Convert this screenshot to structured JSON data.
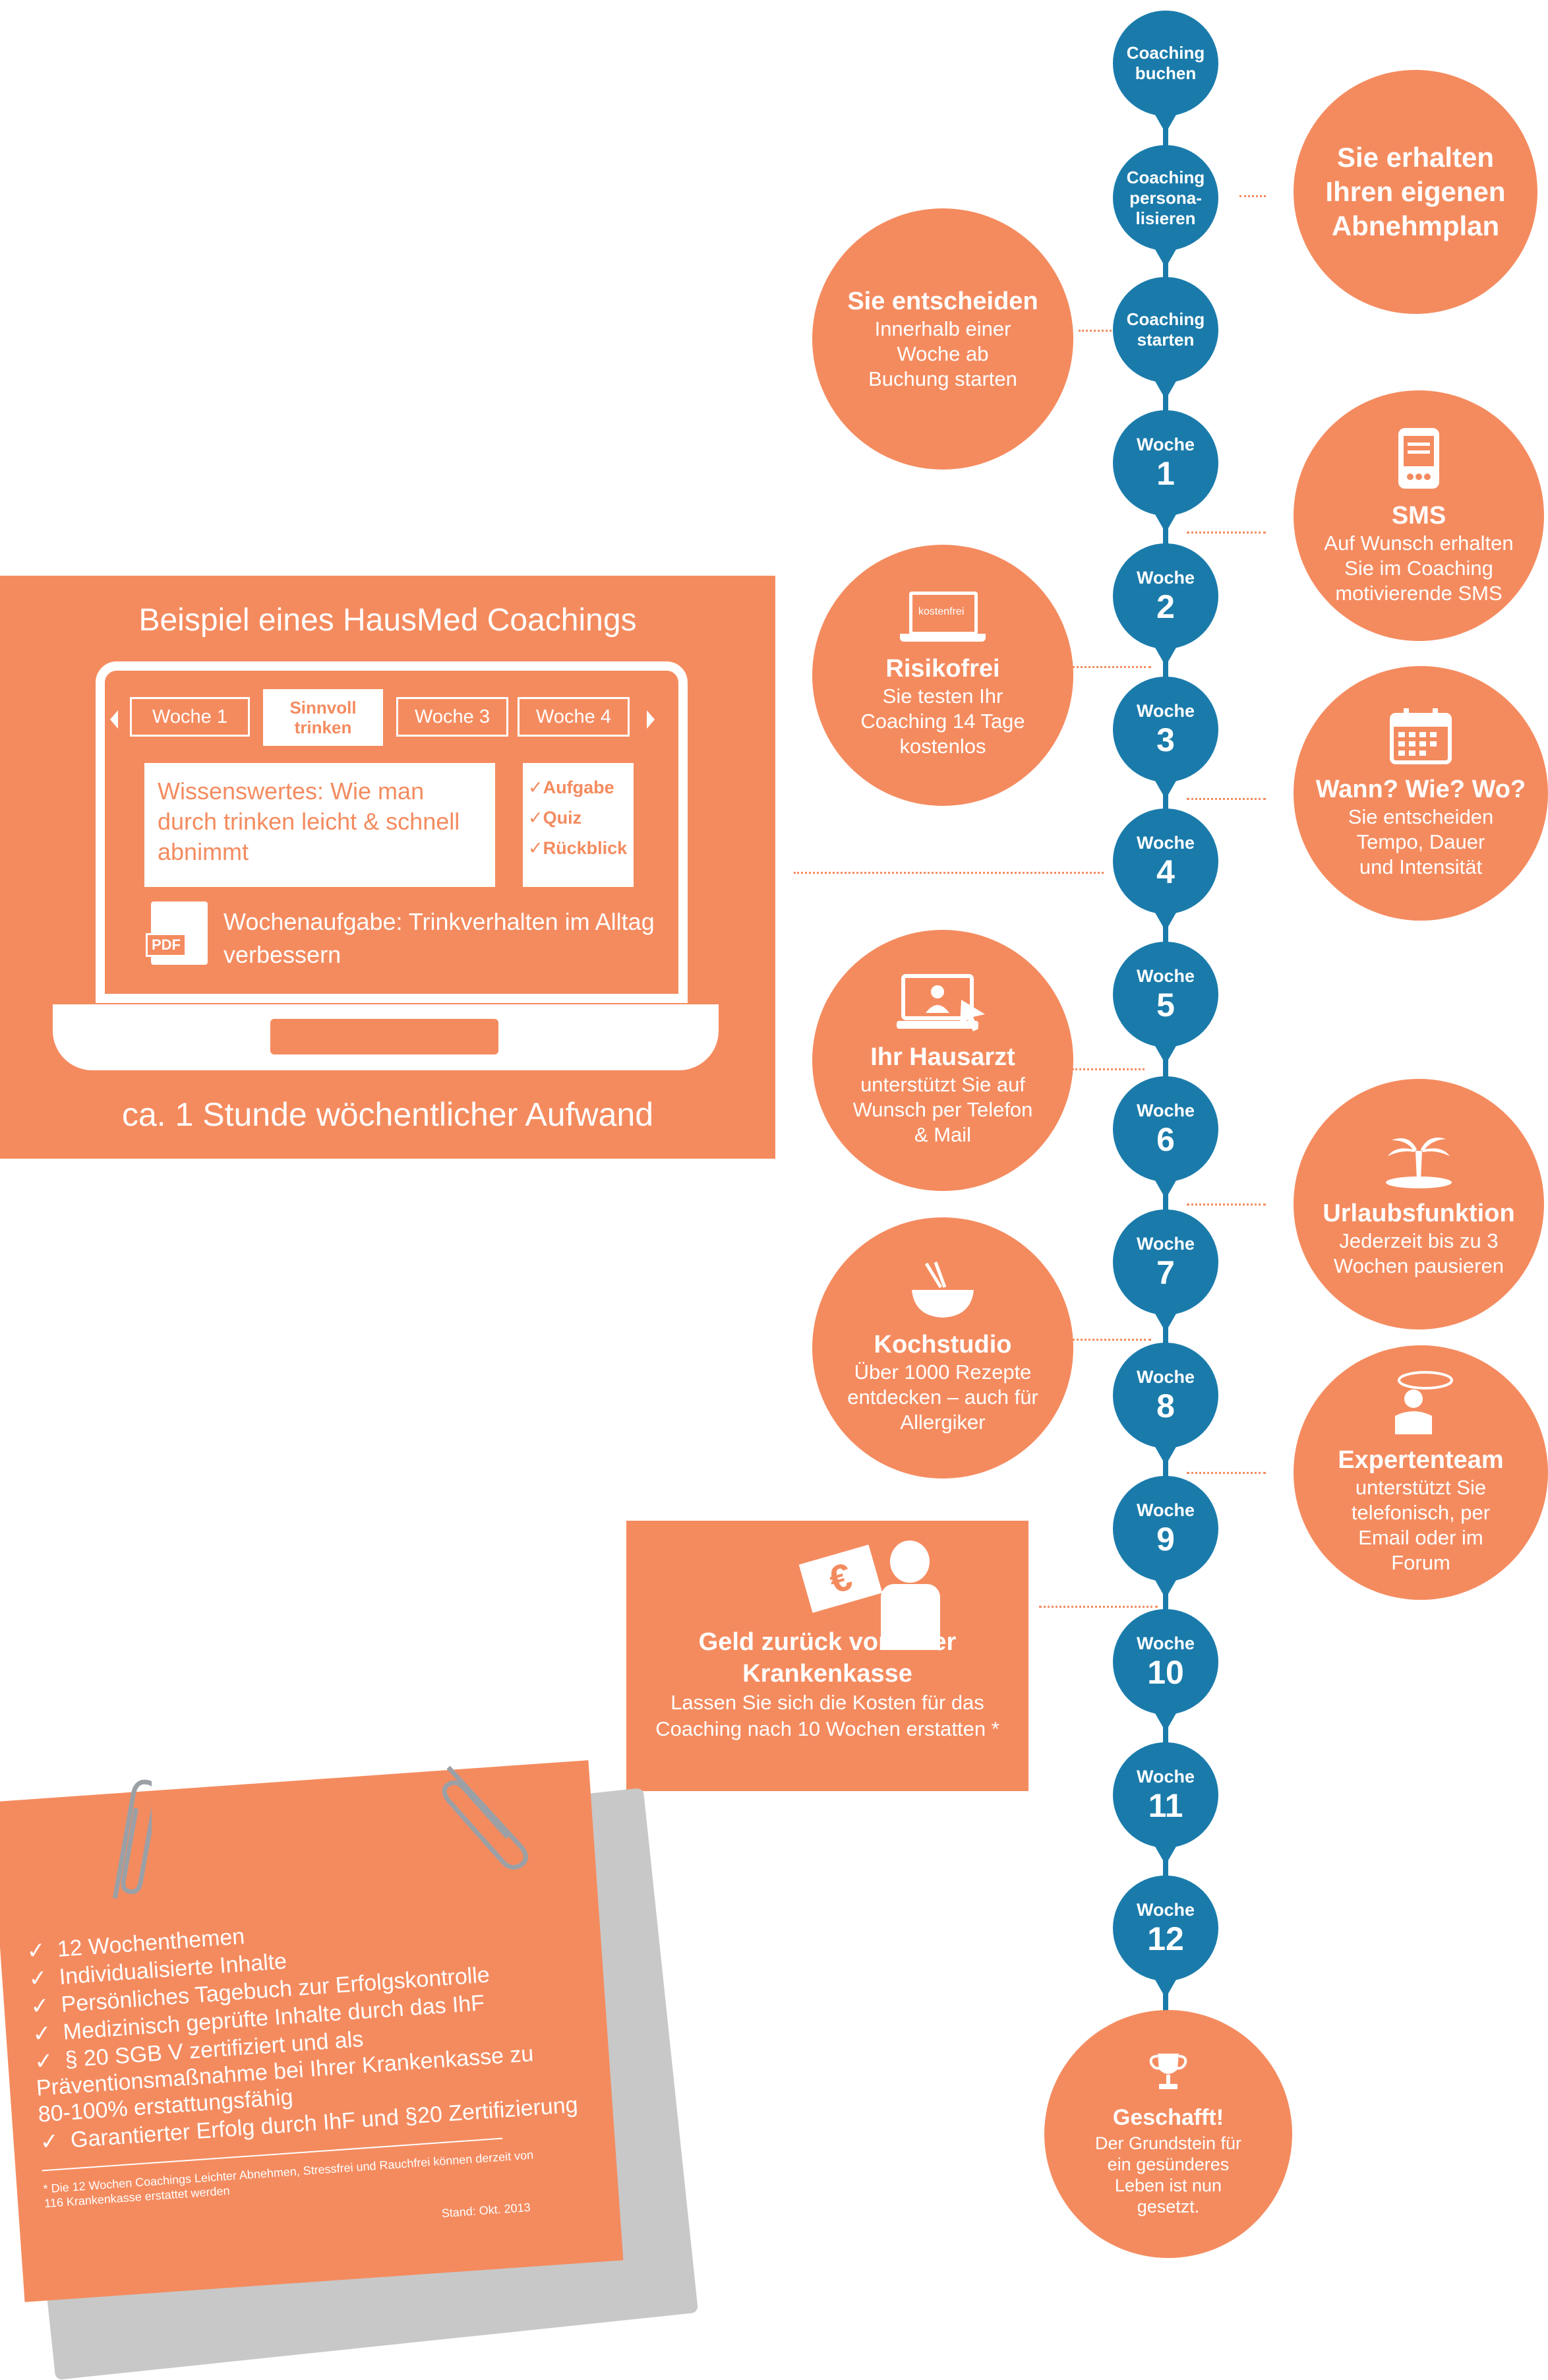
{
  "timeline": {
    "nodes": [
      {
        "top": "Coaching buchen",
        "num": ""
      },
      {
        "top": "Coaching persona-lisieren",
        "num": ""
      },
      {
        "top": "Coaching starten",
        "num": ""
      },
      {
        "top": "Woche",
        "num": "1"
      },
      {
        "top": "Woche",
        "num": "2"
      },
      {
        "top": "Woche",
        "num": "3"
      },
      {
        "top": "Woche",
        "num": "4"
      },
      {
        "top": "Woche",
        "num": "5"
      },
      {
        "top": "Woche",
        "num": "6"
      },
      {
        "top": "Woche",
        "num": "7"
      },
      {
        "top": "Woche",
        "num": "8"
      },
      {
        "top": "Woche",
        "num": "9"
      },
      {
        "top": "Woche",
        "num": "10"
      },
      {
        "top": "Woche",
        "num": "11"
      },
      {
        "top": "Woche",
        "num": "12"
      }
    ]
  },
  "features": {
    "abnehmplan": {
      "title": "Sie erhalten Ihren eigenen Abnehmplan"
    },
    "entscheiden": {
      "title": "Sie entscheiden",
      "body": "Innerhalb einer Woche ab Buchung starten"
    },
    "sms": {
      "title": "SMS",
      "body": "Auf Wunsch erhalten Sie im Coaching motivierende SMS"
    },
    "risikofrei": {
      "badge": "kostenfrei",
      "title": "Risikofrei",
      "body": "Sie testen Ihr Coaching 14 Tage kostenlos"
    },
    "wann": {
      "title": "Wann? Wie? Wo?",
      "body": "Sie entscheiden Tempo, Dauer und Intensität"
    },
    "hausarzt": {
      "title": "Ihr Hausarzt",
      "body": "unterstützt Sie auf Wunsch per Telefon & Mail"
    },
    "urlaub": {
      "title": "Urlaubsfunktion",
      "body": "Jederzeit bis zu 3 Wochen pausieren"
    },
    "kochstudio": {
      "title": "Kochstudio",
      "body": "Über 1000 Rezepte entdecken – auch für Allergiker"
    },
    "experten": {
      "title": "Expertenteam",
      "body": "unterstützt Sie telefonisch, per Email oder im Forum"
    },
    "geld": {
      "title": "Geld zurück von Ihrer Krankenkasse",
      "body": "Lassen Sie sich die Kosten für das Coaching nach 10 Wochen erstatten *",
      "symbol": "€"
    },
    "geschafft": {
      "title": "Geschafft!",
      "body": "Der Grundstein für ein gesünderes Leben ist nun gesetzt."
    }
  },
  "example": {
    "title": "Beispiel eines HausMed Coachings",
    "tabs": [
      "Woche 1",
      "Sinnvoll trinken",
      "Woche 3",
      "Woche 4"
    ],
    "knowledge": "Wissenswertes: Wie man durch trinken leicht & schnell abnimmt",
    "checks": [
      "Aufgabe",
      "Quiz",
      "Rückblick"
    ],
    "pdf": "PDF",
    "task": "Wochenaufgabe: Trinkverhalten im Alltag verbessern",
    "footer": "ca. 1 Stunde wöchentlicher Aufwand"
  },
  "note": {
    "items": [
      "12 Wochenthemen",
      "Individualisierte Inhalte",
      "Persönliches Tagebuch zur Erfolgskontrolle",
      "Medizinisch geprüfte Inhalte durch das IhF",
      "§ 20 SGB V zertifiziert und als Präventionsmaßnahme bei Ihrer Krankenkasse zu 80-100% erstattungsfähig",
      "Garantierter Erfolg durch IhF und §20 Zertifizierung"
    ],
    "footnote": "* Die 12 Wochen Coachings Leichter Abnehmen, Stressfrei und Rauchfrei können derzeit von 116 Krankenkasse erstattet werden",
    "stand": "Stand: Okt. 2013"
  },
  "colors": {
    "orange": "#f48b5f",
    "blue": "#1a7bab",
    "white": "#ffffff"
  }
}
